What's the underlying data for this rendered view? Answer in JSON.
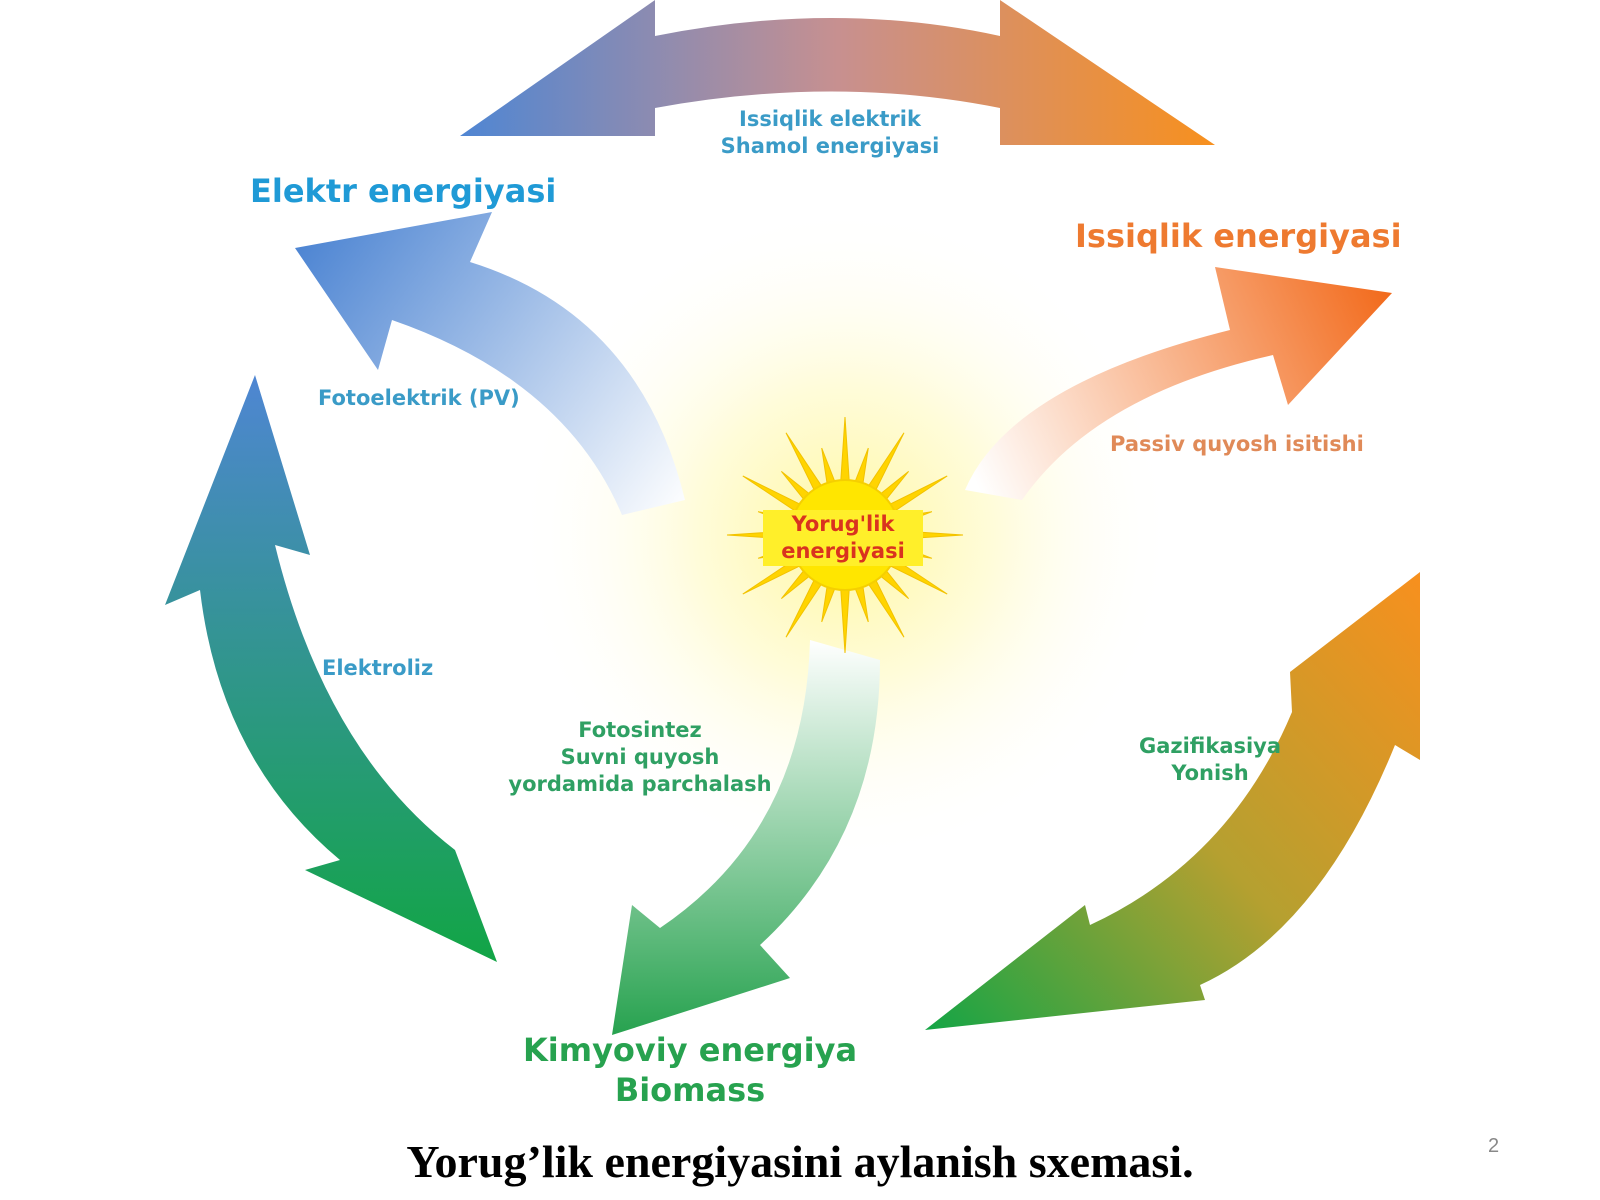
{
  "nodes": {
    "electric": "Elektr energiyasi",
    "thermal": "Issiqlik energiyasi",
    "chemical_line1": "Kimyoviy energiya",
    "chemical_line2": "Biomass",
    "light_line1": "Yorug'lik",
    "light_line2": "energiyasi"
  },
  "processes": {
    "top_line1": "Issiqlik elektrik",
    "top_line2": "Shamol energiyasi",
    "photovoltaic": "Fotoelektrik (PV)",
    "passive_heating": "Passiv quyosh isitishi",
    "electrolysis": "Elektroliz",
    "photo_line1": "Fotosintez",
    "photo_line2": "Suvni quyosh",
    "photo_line3": "yordamida parchalash",
    "gas_line1": "Gazifikasiya",
    "gas_line2": "Yonish"
  },
  "caption": "Yorug’lik energiyasini aylanish sxemasi.",
  "page_number": "2",
  "colors": {
    "blue": "#4f86d3",
    "orange": "#f7901e",
    "deep_orange": "#f26a1b",
    "green": "#12a546",
    "sun_yellow": "#ffe300"
  }
}
